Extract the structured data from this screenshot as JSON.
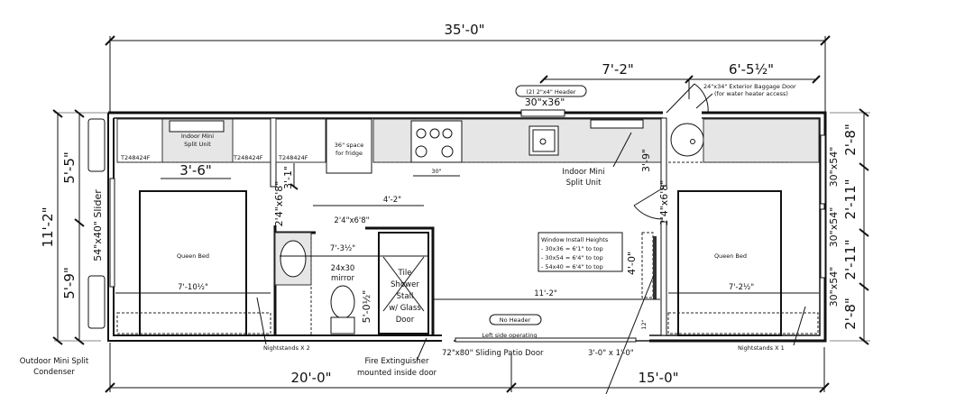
{
  "title": "Tiny home floor plan",
  "dimensions": {
    "overall_length": "35'-0\"",
    "top_left_segment": "7'-2\"",
    "top_right_segment": "6'-5½\"",
    "overall_width": "11'-2\"",
    "left_upper": "5'-5\"",
    "left_lower": "5'-9\"",
    "right_1": "2'-8\"",
    "right_2": "2'-11\"",
    "right_3": "2'-11\"",
    "right_4": "2'-8\"",
    "bottom_left": "20'-0\"",
    "bottom_right": "15'-0\"",
    "mini_split_width": "3'-6\"",
    "closet_depth": "3'-1\"",
    "range_width": "30\"",
    "bath_width": "4'-2\"",
    "bath_length": "7'-3½\"",
    "shower_length": "5'-0½\"",
    "left_bedroom": "7'-10½\"",
    "hall_length": "11'-2\"",
    "right_bedroom": "7'-2½\"",
    "wall_3_9": "3'-9\"",
    "wall_4_0": "4'-0\"",
    "offset_12": "12\""
  },
  "labels": {
    "cabinet_1": "T248424F",
    "cabinet_2": "T248424F",
    "cabinet_3": "T248424F",
    "indoor_split_left": "Indoor Mini",
    "indoor_split_left_2": "Split Unit",
    "fridge": "36\" space",
    "fridge_2": "for fridge",
    "header_top": "(2) 2\"x4\" Header",
    "window_30x36": "30\"x36\"",
    "indoor_split_right": "Indoor Mini",
    "indoor_split_right_2": "Split Unit",
    "baggage_door": "24\"x34\" Exterior Baggage Door",
    "baggage_door_2": "(for water heater access)",
    "door_closet": "2'4\"x6'8\"",
    "door_bath": "2'4\"x6'8\"",
    "door_right": "2'4\"x6'8\"",
    "slider": "54\"x40\" Slider",
    "window_r1": "30\"x54\"",
    "window_r2": "30\"x54\"",
    "window_r3": "30\"x54\"",
    "mirror": "24x30",
    "mirror_2": "mirror",
    "shower": "Tile",
    "shower_2": "Shower",
    "shower_3": "Stall",
    "shower_4": "w/ Glass",
    "shower_5": "Door",
    "bed_left": "Queen Bed",
    "bed_right": "Queen Bed",
    "nightstands_left": "Nightstands X 2",
    "nightstands_right": "Nightstands X 1",
    "window_heights_title": "Window Install Heights",
    "window_heights_1": "- 30x36 = 6'1\" to top",
    "window_heights_2": "- 30x54 = 6'4\" to top",
    "window_heights_3": "- 54x40 = 6'4\" to top",
    "no_header": "No Header",
    "left_side": "Left side operating",
    "patio_door": "72\"x80\" Sliding Patio Door",
    "patio_door_size": "3'-0\" x 1'-0\"",
    "condenser": "Outdoor Mini Split",
    "condenser_2": "Condenser",
    "extinguisher": "Fire Extinguisher",
    "extinguisher_2": "mounted inside door"
  }
}
